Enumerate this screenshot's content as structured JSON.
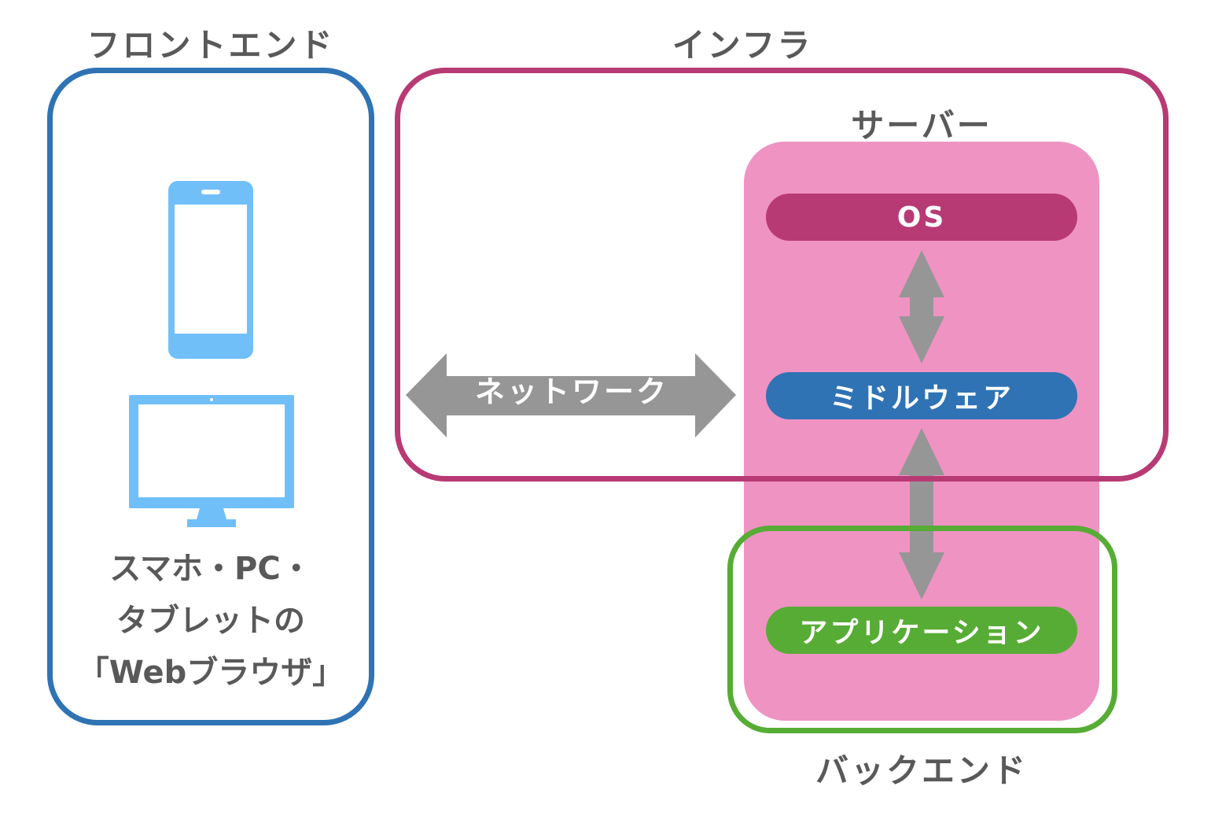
{
  "titles": {
    "frontend": "フロントエンド",
    "infra": "インフラ",
    "server": "サーバー",
    "backend": "バックエンド"
  },
  "layers": {
    "os": "OS",
    "middleware": "ミドルウェア",
    "application": "アプリケーション"
  },
  "network_label": "ネットワーク",
  "devices_caption": {
    "line1": "スマホ・PC・",
    "line2": "タブレットの",
    "line3": "「Webブラウザ」"
  },
  "colors": {
    "frontend_border": "#2f73b4",
    "infra_border": "#b83a74",
    "server_fill": "#ef93c3",
    "backend_border": "#57ac35",
    "os_pill": "#b83a74",
    "middleware_pill": "#2f73b4",
    "application_pill": "#57ac35",
    "arrow": "#969696",
    "device": "#71bff9",
    "title_text": "#595959"
  },
  "icons": {
    "phone": "smartphone-icon",
    "monitor": "desktop-monitor-icon"
  }
}
